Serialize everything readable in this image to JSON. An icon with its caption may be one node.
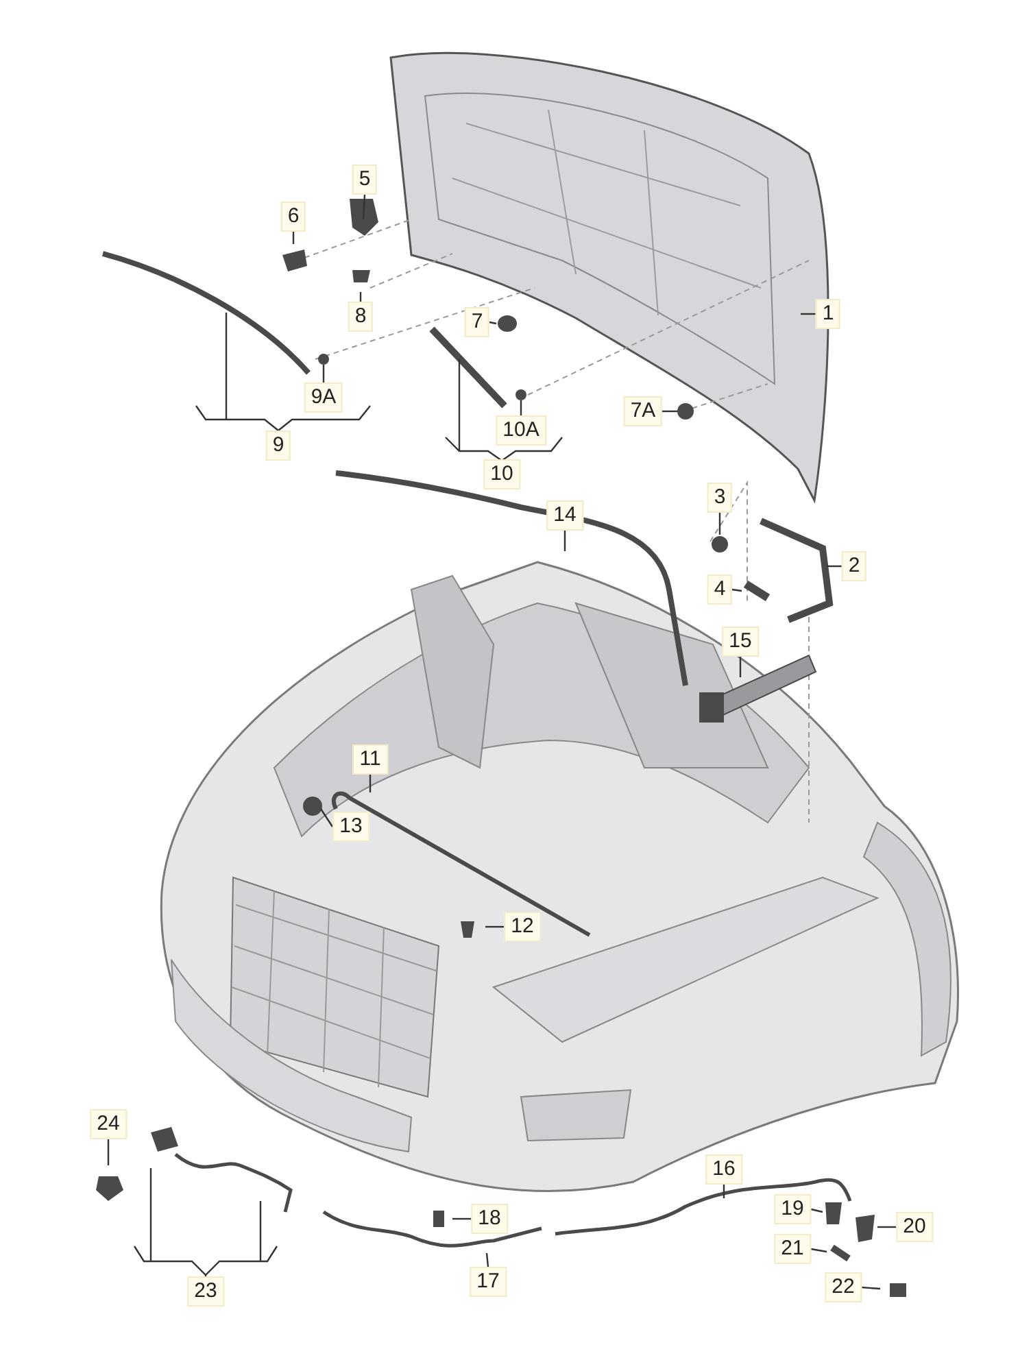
{
  "diagram": {
    "nodes": [
      {
        "text": [
          "5"
        ]
      },
      {
        "text": [
          "6"
        ]
      },
      {
        "text": [
          "8"
        ]
      },
      {
        "text": [
          "7"
        ]
      },
      {
        "text": [
          "1"
        ]
      },
      {
        "text": [
          "9A"
        ]
      },
      {
        "text": [
          "7A"
        ]
      },
      {
        "text": [
          "10A"
        ]
      },
      {
        "text": [
          "9"
        ]
      },
      {
        "text": [
          "10"
        ]
      },
      {
        "text": [
          "14"
        ]
      },
      {
        "text": [
          "3"
        ]
      },
      {
        "text": [
          "2"
        ]
      },
      {
        "text": [
          "4"
        ]
      },
      {
        "text": [
          "15"
        ]
      },
      {
        "text": [
          "11"
        ]
      },
      {
        "text": [
          "13"
        ]
      },
      {
        "text": [
          "12"
        ]
      },
      {
        "text": [
          "24"
        ]
      },
      {
        "text": [
          "16"
        ]
      },
      {
        "text": [
          "18"
        ]
      },
      {
        "text": [
          "19"
        ]
      },
      {
        "text": [
          "20"
        ]
      },
      {
        "text": [
          "21"
        ]
      },
      {
        "text": [
          "17"
        ]
      },
      {
        "text": [
          "23"
        ]
      },
      {
        "text": [
          "22"
        ]
      }
    ],
    "edges": [
      {
        "from": 0,
        "to": null,
        "arrow": "none"
      },
      {
        "from": 1,
        "to": null,
        "arrow": "none"
      },
      {
        "from": 2,
        "to": null,
        "arrow": "none"
      },
      {
        "from": 3,
        "to": null,
        "arrow": "none"
      },
      {
        "from": 4,
        "to": null,
        "arrow": "none"
      },
      {
        "from": 5,
        "to": null,
        "arrow": "none"
      },
      {
        "from": 6,
        "to": null,
        "arrow": "none"
      },
      {
        "from": 7,
        "to": null,
        "arrow": "none"
      },
      {
        "from": 8,
        "to": null,
        "arrow": "none"
      },
      {
        "from": 9,
        "to": null,
        "arrow": "none"
      },
      {
        "from": 10,
        "to": null,
        "arrow": "none"
      },
      {
        "from": 11,
        "to": null,
        "arrow": "none"
      },
      {
        "from": 12,
        "to": null,
        "arrow": "none"
      },
      {
        "from": 13,
        "to": null,
        "arrow": "none"
      },
      {
        "from": 14,
        "to": null,
        "arrow": "none"
      },
      {
        "from": 15,
        "to": null,
        "arrow": "none"
      },
      {
        "from": 16,
        "to": null,
        "arrow": "none"
      },
      {
        "from": 17,
        "to": null,
        "arrow": "none"
      },
      {
        "from": 18,
        "to": null,
        "arrow": "none"
      },
      {
        "from": 19,
        "to": null,
        "arrow": "none"
      },
      {
        "from": 20,
        "to": null,
        "arrow": "none"
      },
      {
        "from": 21,
        "to": null,
        "arrow": "none"
      },
      {
        "from": 22,
        "to": null,
        "arrow": "none"
      },
      {
        "from": 23,
        "to": null,
        "arrow": "none"
      },
      {
        "from": 24,
        "to": null,
        "arrow": "none"
      },
      {
        "from": 25,
        "to": null,
        "arrow": "none"
      },
      {
        "from": 26,
        "to": null,
        "arrow": "none"
      }
    ]
  }
}
